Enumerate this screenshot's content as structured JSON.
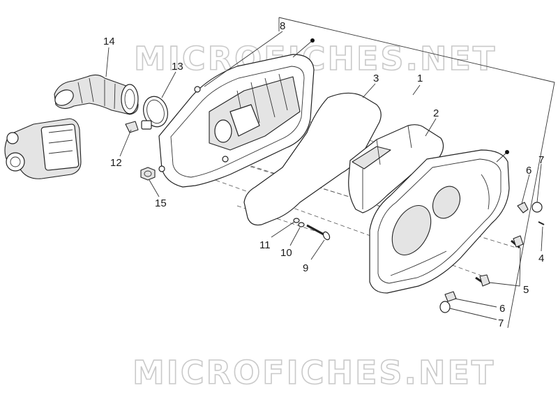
{
  "watermark": {
    "top": "MICROFICHES.NET",
    "bottom": "MICROFICHES.NET"
  },
  "callouts": {
    "c1": "1",
    "c2": "2",
    "c3": "3",
    "c4": "4",
    "c5": "5",
    "c6a": "6",
    "c6b": "6",
    "c7a": "7",
    "c7b": "7",
    "c8": "8",
    "c9": "9",
    "c10": "10",
    "c11": "11",
    "c12": "12",
    "c13": "13",
    "c14": "14",
    "c15": "15"
  },
  "colors": {
    "line": "#222222",
    "watermark_outline": "#c9c9c9",
    "background": "#ffffff"
  }
}
